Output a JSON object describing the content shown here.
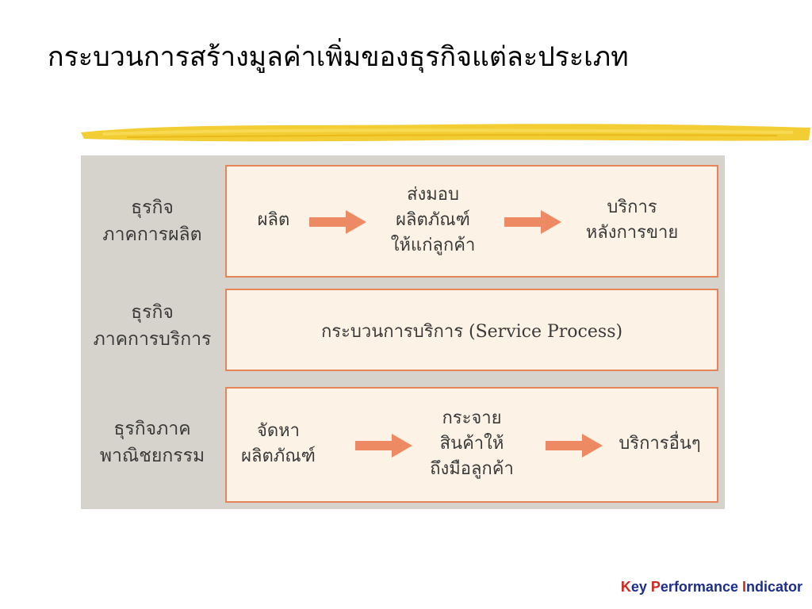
{
  "title": "กระบวนการสร้างมูลค่าเพิ่มของธุรกิจแต่ละประเภท",
  "rows": [
    {
      "label": [
        "ธุรกิจ",
        "ภาคการผลิต"
      ],
      "steps": [
        [
          "ผลิต"
        ],
        [
          "ส่งมอบ",
          "ผลิตภัณฑ์",
          "ให้แก่ลูกค้า"
        ],
        [
          "บริการ",
          "หลังการขาย"
        ]
      ]
    },
    {
      "label": [
        "ธุรกิจ",
        "ภาคการบริการ"
      ],
      "process": "กระบวนการบริการ (Service Process)"
    },
    {
      "label": [
        "ธุรกิจภาค",
        "พาณิชยกรรม"
      ],
      "steps": [
        [
          "จัดหา",
          "ผลิตภัณฑ์"
        ],
        [
          "กระจาย",
          "สินค้าให้",
          "ถึงมือลูกค้า"
        ],
        [
          "บริการอื่นๆ"
        ]
      ]
    }
  ],
  "footer": {
    "k_cap": "K",
    "k_rest": "ey ",
    "p_cap": "P",
    "p_rest": "erformance ",
    "i_cap": "I",
    "i_rest": "ndicator"
  },
  "colors": {
    "highlighter": "#f2c81e",
    "box_border": "#e8845a",
    "box_fill": "#fcf3e6",
    "arrow": "#ee8a63",
    "panel": "#d6d2cc",
    "footer_text": "#1c2e8c",
    "footer_caps": "#d0271f"
  }
}
